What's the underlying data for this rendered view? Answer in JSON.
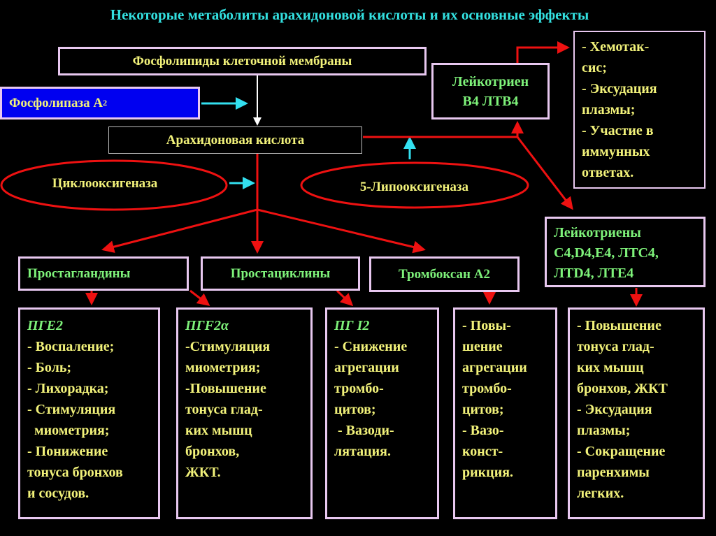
{
  "title": "Некоторые метаболиты арахидоновой кислоты и их основные эффекты",
  "nodes": {
    "phospholipids": "Фосфолипиды клеточной мембраны",
    "phospholipase": "Фосфолипаза А",
    "phospholipase_sub": "2",
    "arachidonic": "Арахидоновая кислота",
    "cox": "Циклооксигеназа",
    "lox": "5-Липооксигеназа",
    "ltb4_line1": "Лейкотриен",
    "ltb4_line2": "B4 ЛТВ4",
    "ltb4_effects": [
      "- Хемотак-",
      "сис;",
      "- Эксудация",
      "плазмы;",
      "- Участие в",
      "иммунных",
      "ответах."
    ],
    "prostaglandins": "Простагландины",
    "prostacyclins": "Простациклины",
    "thromboxane": "Тромбоксан А2",
    "leukotrienes": [
      "Лейкотриены",
      "C4,D4,E4, ЛТС4,",
      "ЛТD4, ЛТЕ4"
    ]
  },
  "effects": [
    {
      "head": "ПГЕ2",
      "lines": [
        "- Воспаление;",
        "- Боль;",
        "- Лихорадка;",
        "- Стимуляция",
        "  миометрия;",
        "- Понижение",
        "тонуса бронхов",
        "и сосудов."
      ]
    },
    {
      "head": "ПГF2α",
      "lines": [
        "-Стимуляция",
        "миометрия;",
        "-Повышение",
        "тонуса глад-",
        "ких мышц",
        "бронхов,",
        "ЖКТ."
      ]
    },
    {
      "head": "ПГ I2",
      "lines": [
        "- Снижение",
        "агрегации",
        "тромбо-",
        "цитов;",
        " - Вазоди-",
        "лятация."
      ]
    },
    {
      "head": "",
      "lines": [
        "- Повы-",
        "шение",
        "агрегации",
        "тромбо-",
        "цитов;",
        "- Вазо-",
        "конст-",
        "рикция."
      ]
    },
    {
      "head": "",
      "lines": [
        "- Повышение",
        "тонуса глад-",
        "ких мышц",
        "бронхов, ЖКТ",
        "- Эксудация",
        "плазмы;",
        "- Сокращение",
        "паренхимы",
        "легких."
      ]
    }
  ],
  "colors": {
    "title": "#33e0e0",
    "text": "#f2f27a",
    "green": "#7ef27a",
    "arrow": "#ee1111",
    "enzyme_arrow": "#33e0f0",
    "blue": "#0000f0"
  }
}
